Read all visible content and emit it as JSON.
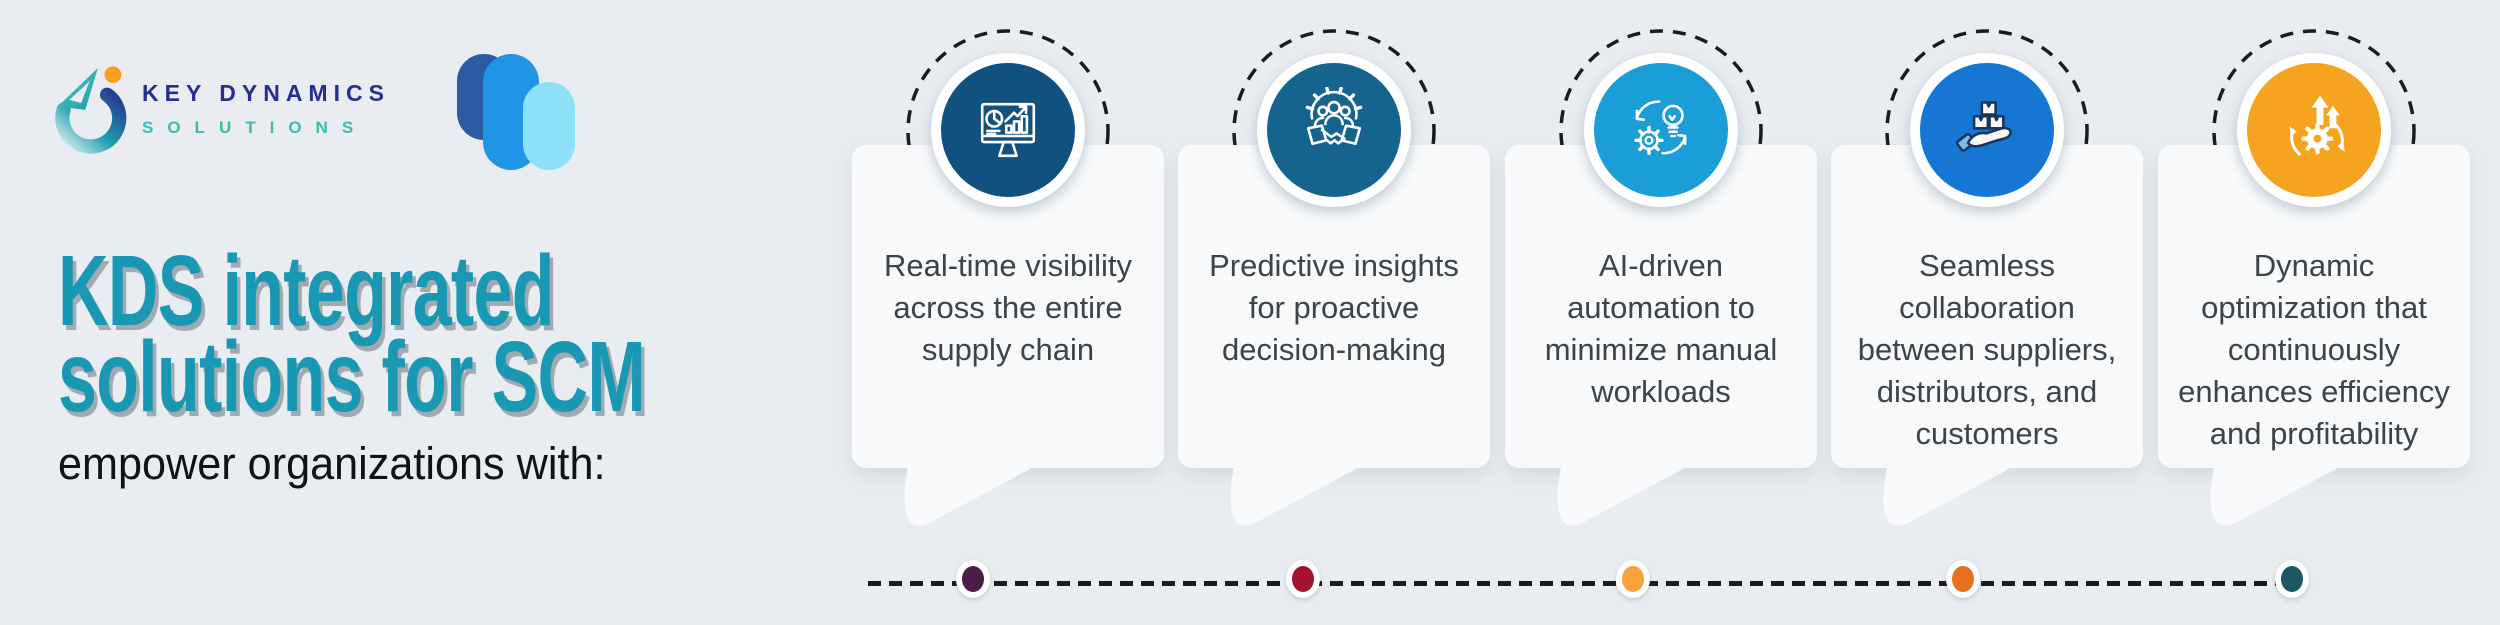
{
  "background_color": "#e9edf1",
  "brand": {
    "logo_icon": "kds-swoosh-logo-icon",
    "company_line1": "KEY DYNAMICS",
    "company_line2": "SOLUTIONS",
    "company_line1_color": "#262e90",
    "company_line2_color": "#38bdb1",
    "product_logo_icon": "dynamics-365-business-central-logo-icon"
  },
  "headline": {
    "line1": "KDS integrated",
    "line2": "solutions for SCM",
    "accent_color": "#1898b3",
    "subtitle": "empower organizations with:"
  },
  "cards": [
    {
      "icon": "analytics-dashboard-monitor-icon",
      "circle_color": "#11517f",
      "text": "Real-time visibility across the entire supply chain"
    },
    {
      "icon": "handshake-team-gear-icon",
      "circle_color": "#15648f",
      "text": "Predictive insights for proactive decision-making"
    },
    {
      "icon": "automation-gear-lightbulb-icon",
      "circle_color": "#1b9ed8",
      "text": "AI-driven automation to minimize manual workloads"
    },
    {
      "icon": "hand-holding-boxes-icon",
      "circle_color": "#1577d3",
      "text": "Seamless collaboration between suppliers, distributors, and customers"
    },
    {
      "icon": "optimization-gear-growth-icon",
      "circle_color": "#f6a41f",
      "text": "Dynamic optimization that continuously enhances efficiency and profitability"
    }
  ],
  "timeline": {
    "line_style": "dashed",
    "dots": [
      {
        "color": "#4b1c45"
      },
      {
        "color": "#a3122e"
      },
      {
        "color": "#f9a23b"
      },
      {
        "color": "#e7701e"
      },
      {
        "color": "#1d5864"
      }
    ]
  }
}
